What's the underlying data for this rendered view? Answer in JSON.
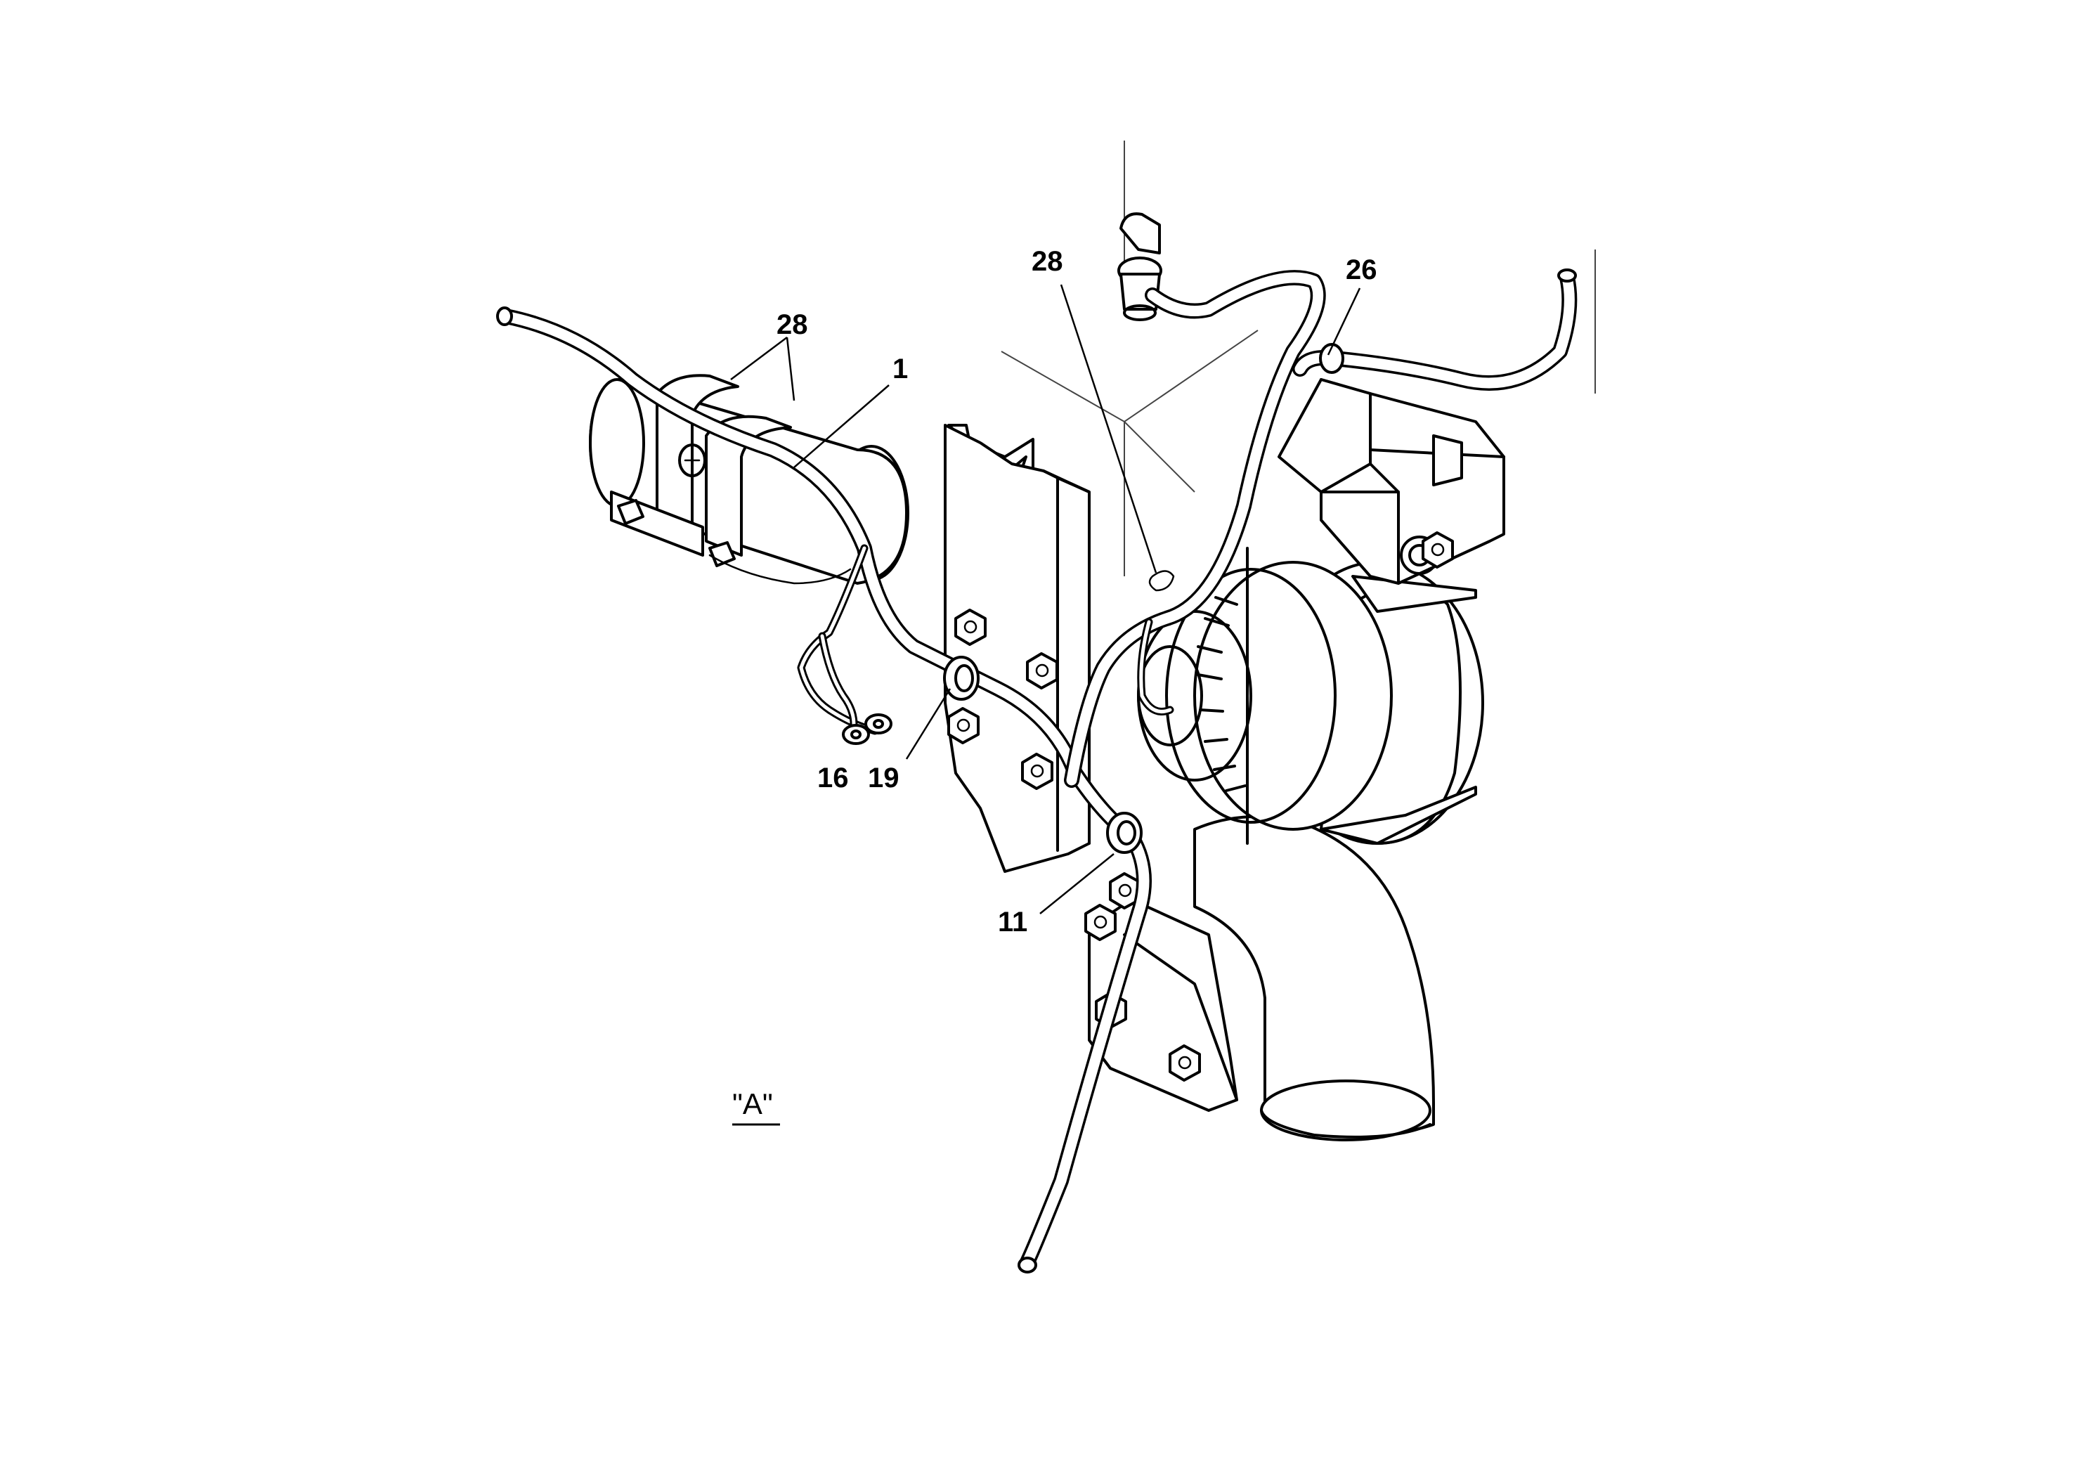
{
  "view": {
    "label": "\"A\""
  },
  "callouts": [
    {
      "id": "28a",
      "number": "28"
    },
    {
      "id": "1",
      "number": "1"
    },
    {
      "id": "28b",
      "number": "28"
    },
    {
      "id": "26",
      "number": "26"
    },
    {
      "id": "16",
      "number": "16"
    },
    {
      "id": "19",
      "number": "19"
    },
    {
      "id": "11",
      "number": "11"
    }
  ],
  "colors": {
    "line": "#000000",
    "background": "#ffffff"
  }
}
